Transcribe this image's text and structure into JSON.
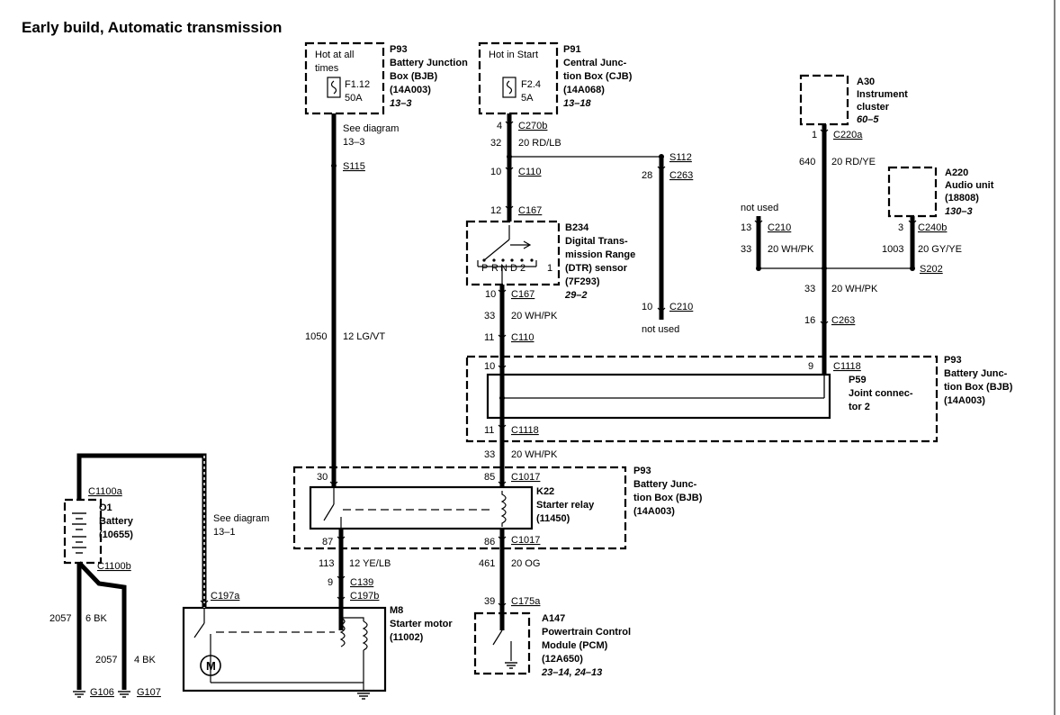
{
  "title": "Early build, Automatic transmission",
  "labels": {
    "p93_top_hot": [
      "Hot at all",
      "times"
    ],
    "p93_top_fuse": [
      "F1.12",
      "50A"
    ],
    "p93_top_name": [
      "P93",
      "Battery Junction",
      "Box (BJB)",
      "(14A003)"
    ],
    "p93_top_ref": "13–3",
    "p91_hot": "Hot in Start",
    "p91_fuse": [
      "F2.4",
      "5A"
    ],
    "p91_name": [
      "P91",
      "Central Junc-",
      "tion Box (CJB)",
      "(14A068)"
    ],
    "p91_ref": "13–18",
    "a30_name": [
      "A30",
      "Instrument",
      "cluster"
    ],
    "a30_ref": "60–5",
    "a220_name": [
      "A220",
      "Audio unit",
      "(18808)"
    ],
    "a220_ref": "130–3",
    "b234_name": [
      "B234",
      "Digital Trans-",
      "mission Range",
      "(DTR) sensor",
      "(7F293)"
    ],
    "b234_ref": "29–2",
    "b234_positions": [
      "P",
      "R",
      "N",
      "D",
      "2",
      "1"
    ],
    "p93_mid_name": [
      "P93",
      "Battery Junc-",
      "tion Box (BJB)",
      "(14A003)"
    ],
    "p59_name": [
      "P59",
      "Joint connec-",
      "tor 2"
    ],
    "p93_relay_name": [
      "P93",
      "Battery Junc-",
      "tion Box (BJB)",
      "(14A003)"
    ],
    "k22_name": [
      "K22",
      "Starter relay",
      "(11450)"
    ],
    "o1_name": [
      "O1",
      "Battery",
      "(10655)"
    ],
    "m8_name": [
      "M8",
      "Starter motor",
      "(11002)"
    ],
    "motor_symbol": "M",
    "a147_name": [
      "A147",
      "Powertrain Control",
      "Module (PCM)",
      "(12A650)"
    ],
    "a147_ref": "23–14, 24–13",
    "see_diagram_1": [
      "See diagram",
      "13–3"
    ],
    "see_diagram_2": [
      "See diagram",
      "13–1"
    ],
    "not_used_1": "not used",
    "not_used_2": "not used"
  },
  "connectors": {
    "c270b": "C270b",
    "c110_top": "C110",
    "c167_top": "C167",
    "c167_bot": "C167",
    "c110_bot": "C110",
    "s112": "S112",
    "c263_top": "C263",
    "c210_bot": "C210",
    "c220a": "C220a",
    "c210_top": "C210",
    "c240b": "C240b",
    "s202": "S202",
    "c263_bot": "C263",
    "c1118_top": "C1118",
    "c1118_bot": "C1118",
    "s115": "S115",
    "c1017_top": "C1017",
    "c1017_bot": "C1017",
    "c1100a": "C1100a",
    "c1100b": "C1100b",
    "c139": "C139",
    "c197a": "C197a",
    "c197b": "C197b",
    "c175a": "C175a",
    "g106": "G106",
    "g107": "G107"
  },
  "pins": {
    "p4": "4",
    "p32": "32",
    "p10a": "10",
    "p12": "12",
    "p10b": "10",
    "p33a": "33",
    "p11a": "11",
    "p28": "28",
    "p10c": "10",
    "p1": "1",
    "p640": "640",
    "p13": "13",
    "p33b": "33",
    "p3": "3",
    "p1003": "1003",
    "p33c": "33",
    "p16": "16",
    "p10d": "10",
    "p9a": "9",
    "p11b": "11",
    "p33d": "33",
    "p1050": "1050",
    "p30": "30",
    "p85": "85",
    "p87": "87",
    "p86": "86",
    "p113": "113",
    "p9b": "9",
    "p461": "461",
    "p39": "39",
    "p2057a": "2057",
    "p2057b": "2057"
  },
  "wires": {
    "w_20rdlb": "20 RD/LB",
    "w_20whpk_a": "20 WH/PK",
    "w_20rdye": "20 RD/YE",
    "w_20whpk_b": "20 WH/PK",
    "w_20gyye": "20 GY/YE",
    "w_20whpk_c": "20 WH/PK",
    "w_12lgvt": "12 LG/VT",
    "w_20whpk_d": "20 WH/PK",
    "w_12yelb": "12 YE/LB",
    "w_20og": "20 OG",
    "w_6bk": "6 BK",
    "w_4bk": "4 BK"
  }
}
